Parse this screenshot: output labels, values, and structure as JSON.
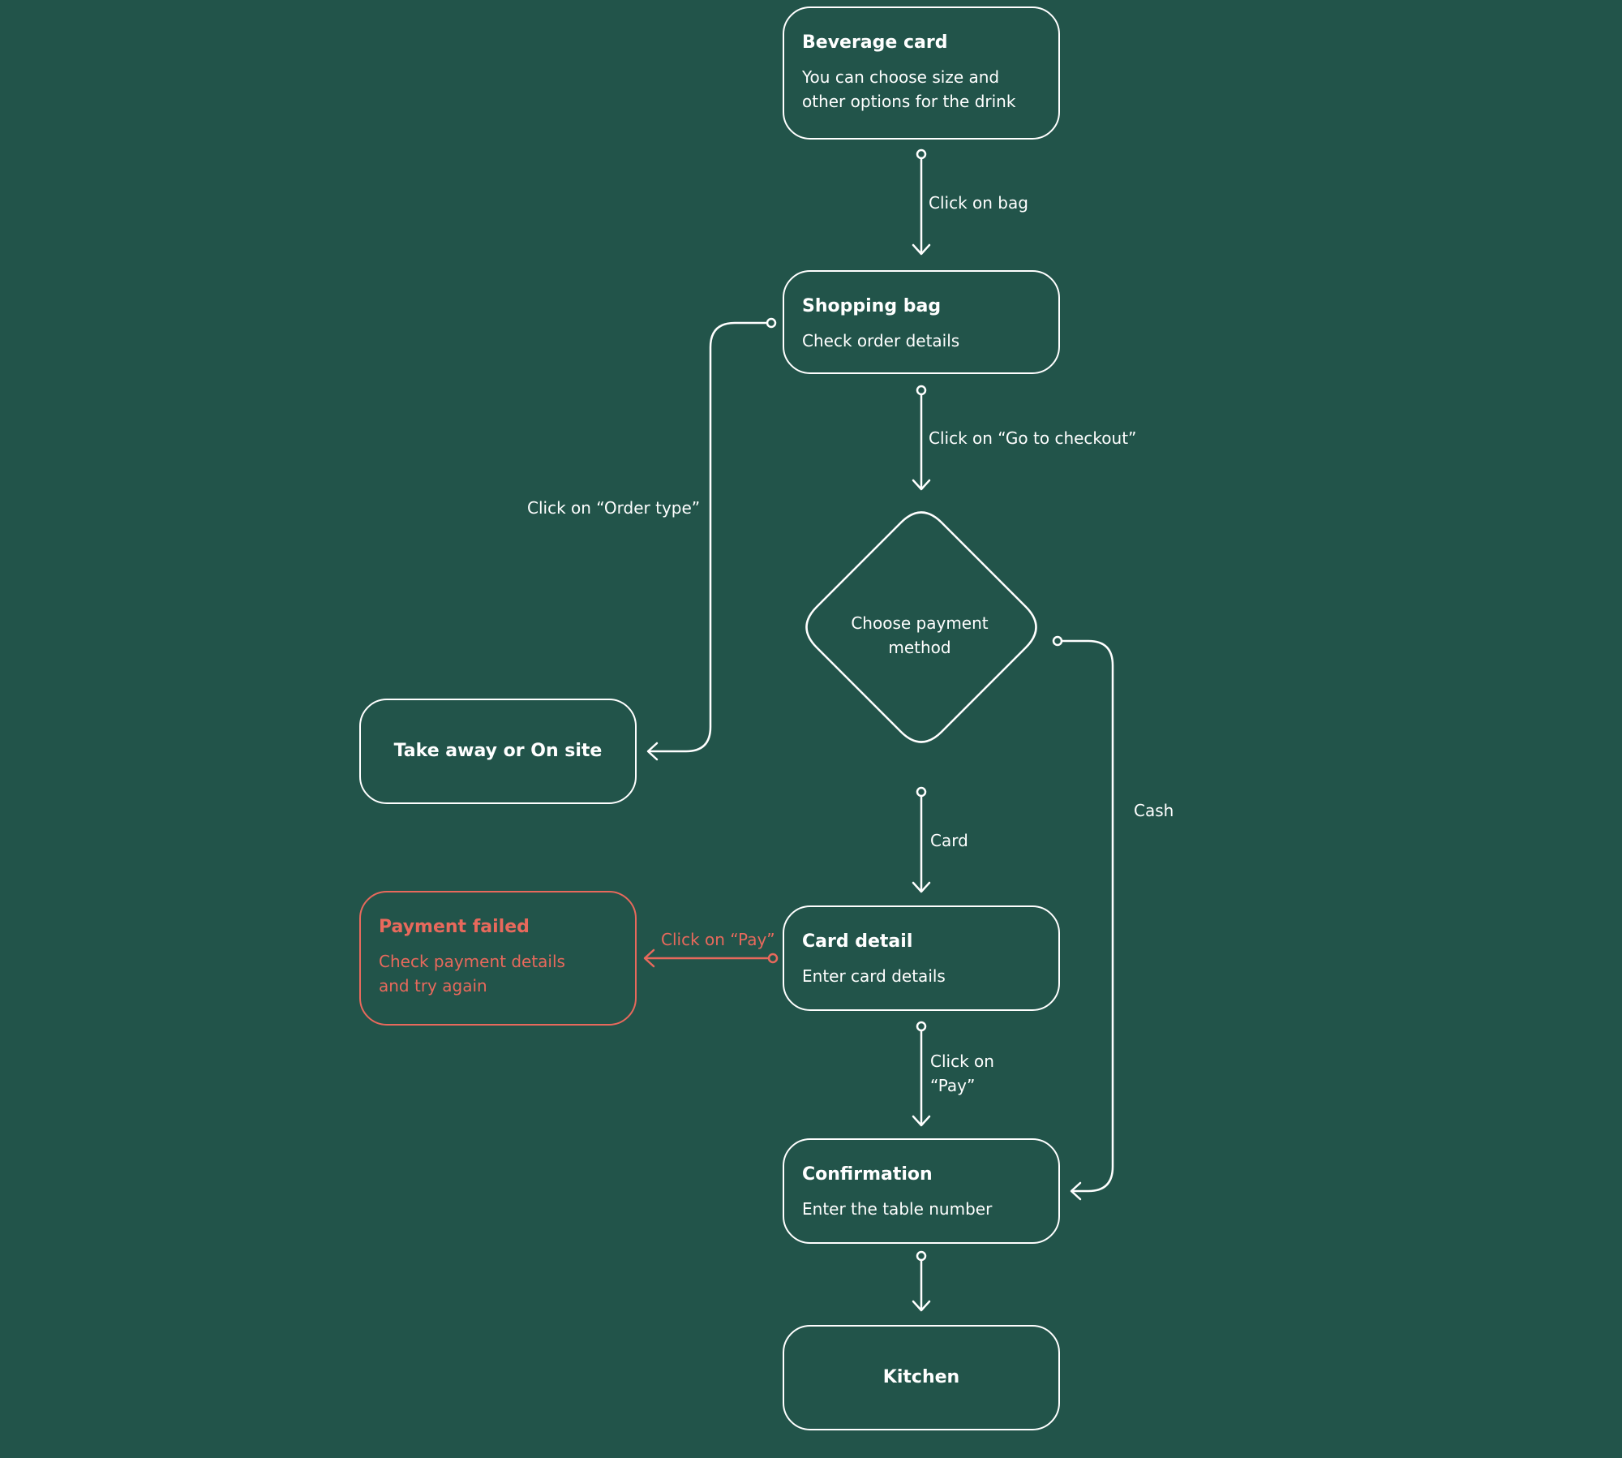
{
  "colors": {
    "background": "#22544a",
    "stroke": "#ffffff",
    "error": "#e8695c"
  },
  "nodes": {
    "beverage_card": {
      "title": "Beverage card",
      "desc": "You can choose size and other options for the drink"
    },
    "shopping_bag": {
      "title": "Shopping bag",
      "desc": "Check order details"
    },
    "choose_payment": {
      "label": "Choose payment method"
    },
    "take_away": {
      "title": "Take away or On site"
    },
    "payment_failed": {
      "title": "Payment failed",
      "desc": "Check payment details and try again"
    },
    "card_detail": {
      "title": "Card detail",
      "desc": "Enter card details"
    },
    "confirmation": {
      "title": "Confirmation",
      "desc": "Enter the table number"
    },
    "kitchen": {
      "title": "Kitchen"
    }
  },
  "edges": {
    "click_on_bag": "Click on bag",
    "go_to_checkout": "Click on “Go to checkout”",
    "order_type": "Click on “Order type”",
    "card": "Card",
    "cash": "Cash",
    "pay_failed": "Click on “Pay”",
    "pay_line1": "Click on",
    "pay_line2": "“Pay”"
  }
}
